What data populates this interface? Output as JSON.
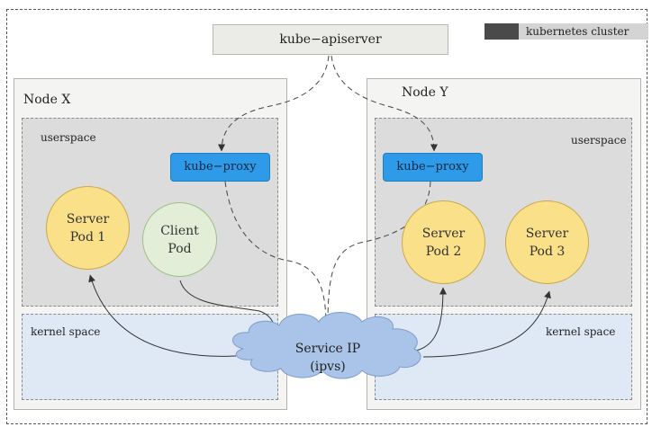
{
  "apiserver_label": "kube−apiserver",
  "cluster_label": "kubernetes cluster",
  "nodes": [
    {
      "title": "Node X",
      "userspace_label": "userspace",
      "kernel_label": "kernel space",
      "proxy_label": "kube−proxy"
    },
    {
      "title": "Node Y",
      "userspace_label": "userspace",
      "kernel_label": "kernel space",
      "proxy_label": "kube−proxy"
    }
  ],
  "pods": [
    {
      "line1": "Server",
      "line2": "Pod 1"
    },
    {
      "line1": "Client",
      "line2": "Pod"
    },
    {
      "line1": "Server",
      "line2": "Pod 2"
    },
    {
      "line1": "Server",
      "line2": "Pod 3"
    }
  ],
  "service": {
    "line1": "Service IP",
    "line2": "(ipvs)"
  },
  "colors": {
    "node_fill": "#f4f4f2",
    "userspace_fill": "#dcdcdc",
    "kernel_fill": "#dfe8f5",
    "proxy_fill": "#2f9be8",
    "server_pod_fill": "#fbe08a",
    "client_pod_fill": "#e2eed7",
    "cloud_fill": "#a9c4e8"
  }
}
